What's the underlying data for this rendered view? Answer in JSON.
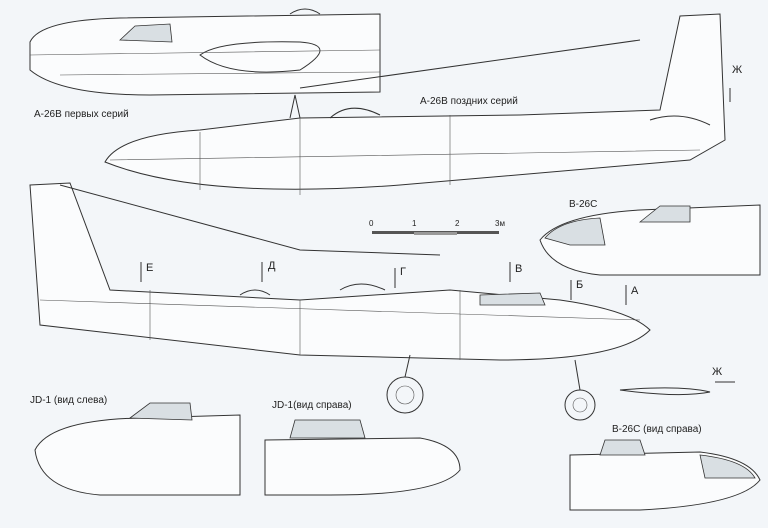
{
  "labels": {
    "early": "A-26B первых серий",
    "late": "A-26B поздних серий",
    "b26c_top": "B-26C",
    "jd1_left": "JD-1 (вид слева)",
    "jd1_right": "JD-1(вид справа)",
    "b26c_right": "B-26C (вид справа)"
  },
  "scale": {
    "ticks": [
      "0",
      "1",
      "2",
      "3м"
    ]
  },
  "sections": [
    "Е",
    "Д",
    "Г",
    "В",
    "Б",
    "А",
    "Ж",
    "Ж"
  ]
}
